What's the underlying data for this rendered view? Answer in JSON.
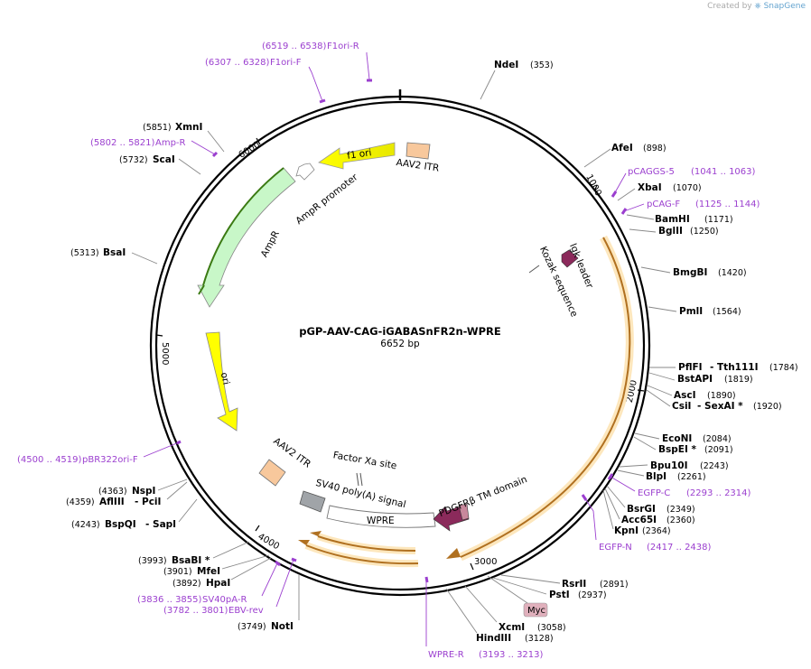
{
  "credit": {
    "prefix": "Created by",
    "brand": "SnapGene"
  },
  "plasmid": {
    "name": "pGP-AAV-CAG-iGABASnFR2n-WPRE",
    "size": "6652 bp"
  },
  "ticks": [
    "1000",
    "2000",
    "3000",
    "4000",
    "5000",
    "6000"
  ],
  "sites": [
    {
      "name": "NdeI",
      "pos": "(353)"
    },
    {
      "name": "AfeI",
      "pos": "(898)"
    },
    {
      "name": "XbaI",
      "pos": "(1070)"
    },
    {
      "name": "BamHI",
      "pos": "(1171)"
    },
    {
      "name": "BglII",
      "pos": "(1250)"
    },
    {
      "name": "BmgBI",
      "pos": "(1420)"
    },
    {
      "name": "PmlI",
      "pos": "(1564)"
    },
    {
      "name": "PflFI",
      "pos": "(1784)",
      "extra": "- Tth111I"
    },
    {
      "name": "BstAPI",
      "pos": "(1819)"
    },
    {
      "name": "AscI",
      "pos": "(1890)"
    },
    {
      "name": "CsiI",
      "pos": "(1920)",
      "extra": "- SexAI *"
    },
    {
      "name": "EcoNI",
      "pos": "(2084)"
    },
    {
      "name": "BspEI *",
      "pos": "(2091)"
    },
    {
      "name": "Bpu10I",
      "pos": "(2243)"
    },
    {
      "name": "BlpI",
      "pos": "(2261)"
    },
    {
      "name": "BsrGI",
      "pos": "(2349)"
    },
    {
      "name": "Acc65I",
      "pos": "(2360)"
    },
    {
      "name": "KpnI",
      "pos": "(2364)"
    },
    {
      "name": "RsrII",
      "pos": "(2891)"
    },
    {
      "name": "PstI",
      "pos": "(2937)"
    },
    {
      "name": "XcmI",
      "pos": "(3058)"
    },
    {
      "name": "HindIII",
      "pos": "(3128)"
    },
    {
      "name": "NotI",
      "pos": "(3749)"
    },
    {
      "name": "HpaI",
      "pos": "(3892)"
    },
    {
      "name": "MfeI",
      "pos": "(3901)"
    },
    {
      "name": "BsaBI *",
      "pos": "(3993)"
    },
    {
      "name": "BspQI",
      "pos": "(4243)",
      "extra": "- SapI"
    },
    {
      "name": "AflIII",
      "pos": "(4359)",
      "extra": "- PciI"
    },
    {
      "name": "NspI",
      "pos": "(4363)"
    },
    {
      "name": "BsaI",
      "pos": "(5313)"
    },
    {
      "name": "ScaI",
      "pos": "(5732)"
    },
    {
      "name": "XmnI",
      "pos": "(5851)"
    }
  ],
  "primers": [
    {
      "name": "F1ori-R",
      "range": "(6519 .. 6538)"
    },
    {
      "name": "F1ori-F",
      "range": "(6307 .. 6328)"
    },
    {
      "name": "pCAGGS-5",
      "range": "(1041 .. 1063)"
    },
    {
      "name": "pCAG-F",
      "range": "(1125 .. 1144)"
    },
    {
      "name": "EGFP-C",
      "range": "(2293 .. 2314)"
    },
    {
      "name": "EGFP-N",
      "range": "(2417 .. 2438)"
    },
    {
      "name": "WPRE-R",
      "range": "(3193 .. 3213)"
    },
    {
      "name": "EBV-rev",
      "range": "(3782 .. 3801)"
    },
    {
      "name": "SV40pA-R",
      "range": "(3836 .. 3855)"
    },
    {
      "name": "pBR322ori-F",
      "range": "(4500 .. 4519)"
    },
    {
      "name": "Amp-R",
      "range": "(5802 .. 5821)"
    }
  ],
  "features": {
    "f1ori": "f1 ori",
    "aav2_itr_top": "AAV2 ITR",
    "ampr_promoter": "AmpR promoter",
    "ampr": "AmpR",
    "ori": "ori",
    "aav2_itr_bottom": "AAV2 ITR",
    "factor_xa": "Factor Xa site",
    "sv40": "SV40 poly(A) signal",
    "wpre": "WPRE",
    "pdgfr": "PDGFRβ TM domain",
    "myc": "Myc",
    "igk": "Igk leader",
    "kozak": "Kozak sequence"
  },
  "colors": {
    "primer": "#9b3fcf",
    "f1ori": "#ffff00",
    "ori": "#ffff00",
    "ampr": "#c8f7c8",
    "itr": "#f8c89c",
    "sv40": "#a0a4a8",
    "pdgfr": "#8b2a5b",
    "cds_outline": "#f0a030",
    "cds_glow": "#fde7bd",
    "myc": "#e0b0bc"
  }
}
